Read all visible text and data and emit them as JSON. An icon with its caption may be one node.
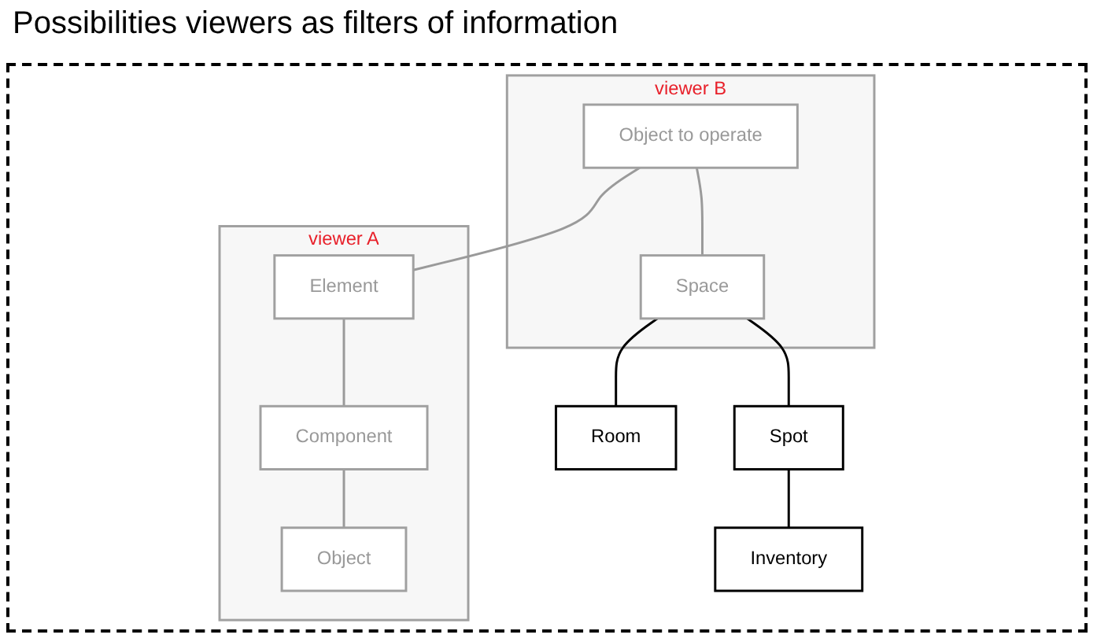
{
  "diagram": {
    "title": "Possibilities viewers as filters of information",
    "nodes": [
      {
        "text": [
          "viewer B"
        ]
      },
      {
        "text": [
          "Object to operate"
        ],
        "in": 0
      },
      {
        "text": [
          "viewer A"
        ]
      },
      {
        "text": [
          "Element"
        ],
        "in": 2
      },
      {
        "text": [
          "Space"
        ],
        "in": 0
      },
      {
        "text": [
          "Component"
        ],
        "in": 2
      },
      {
        "text": [
          "Room"
        ]
      },
      {
        "text": [
          "Spot"
        ]
      },
      {
        "text": [
          "Object"
        ],
        "in": 2
      },
      {
        "text": [
          "Inventory"
        ]
      }
    ],
    "edges": [
      {
        "from": 1,
        "to": 3,
        "arrow": "none"
      },
      {
        "from": 1,
        "to": 4,
        "arrow": "none"
      },
      {
        "from": 3,
        "to": 5,
        "arrow": "none"
      },
      {
        "from": 5,
        "to": 8,
        "arrow": "none"
      },
      {
        "from": 4,
        "to": 6,
        "arrow": "none",
        "color": "#000000"
      },
      {
        "from": 4,
        "to": 7,
        "arrow": "none",
        "color": "#000000"
      },
      {
        "from": 7,
        "to": 9,
        "arrow": "none",
        "color": "#000000"
      }
    ]
  }
}
